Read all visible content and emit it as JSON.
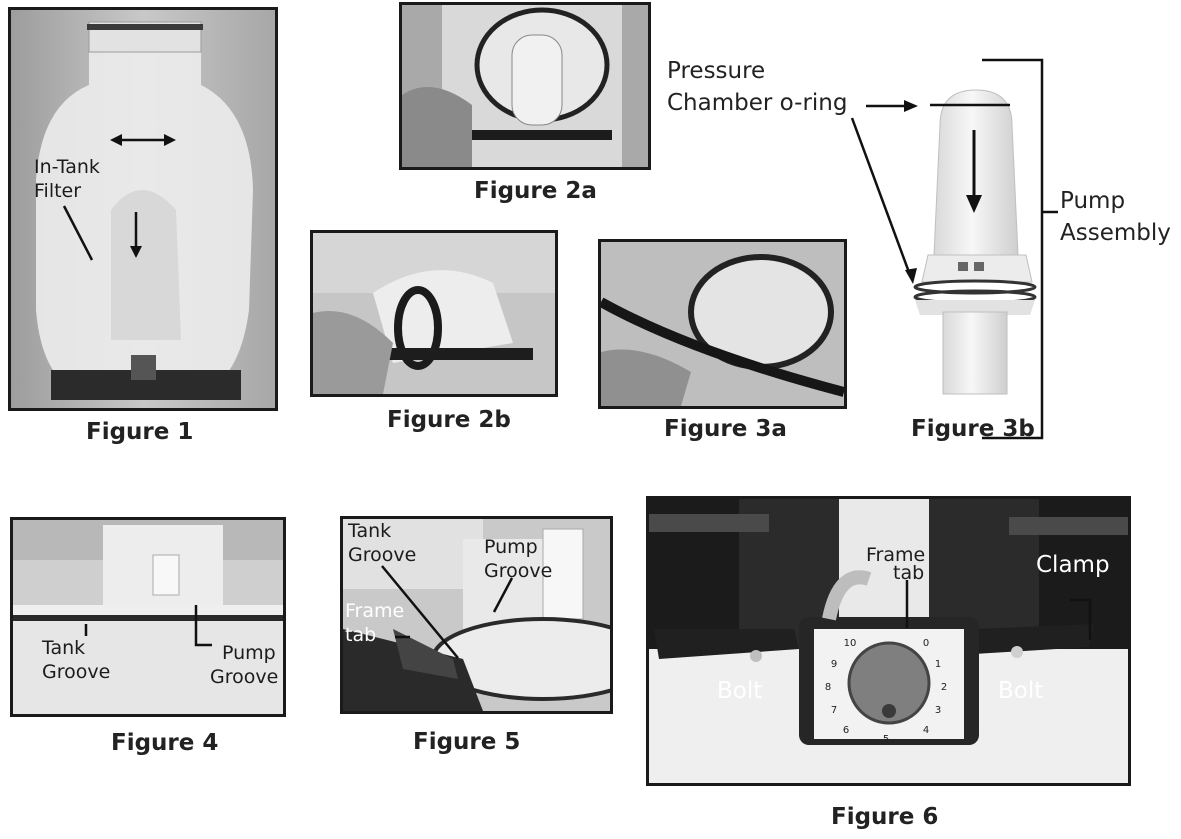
{
  "figures": {
    "fig1": {
      "caption": "Figure 1",
      "label_line1": "In-Tank",
      "label_line2": "Filter"
    },
    "fig2a": {
      "caption": "Figure 2a"
    },
    "fig2b": {
      "caption": "Figure 2b"
    },
    "fig3a": {
      "caption": "Figure 3a"
    },
    "fig3b": {
      "caption": "Figure 3b",
      "oring_line1": "Pressure",
      "oring_line2": "Chamber o-ring",
      "assembly_line1": "Pump",
      "assembly_line2": "Assembly"
    },
    "fig4": {
      "caption": "Figure 4",
      "tank_line1": "Tank",
      "tank_line2": "Groove",
      "pump_line1": "Pump",
      "pump_line2": "Groove"
    },
    "fig5": {
      "caption": "Figure 5",
      "tank_line1": "Tank",
      "tank_line2": "Groove",
      "pump_line1": "Pump",
      "pump_line2": "Groove",
      "frame_line1": "Frame",
      "frame_line2": "tab"
    },
    "fig6": {
      "caption": "Figure 6",
      "frame_line1": "Frame",
      "frame_line2": "tab",
      "clamp": "Clamp",
      "bolt_left": "Bolt",
      "bolt_right": "Bolt",
      "dial_numbers": [
        "0",
        "1",
        "2",
        "3",
        "4",
        "5",
        "6",
        "7",
        "8",
        "9",
        "10"
      ]
    }
  }
}
